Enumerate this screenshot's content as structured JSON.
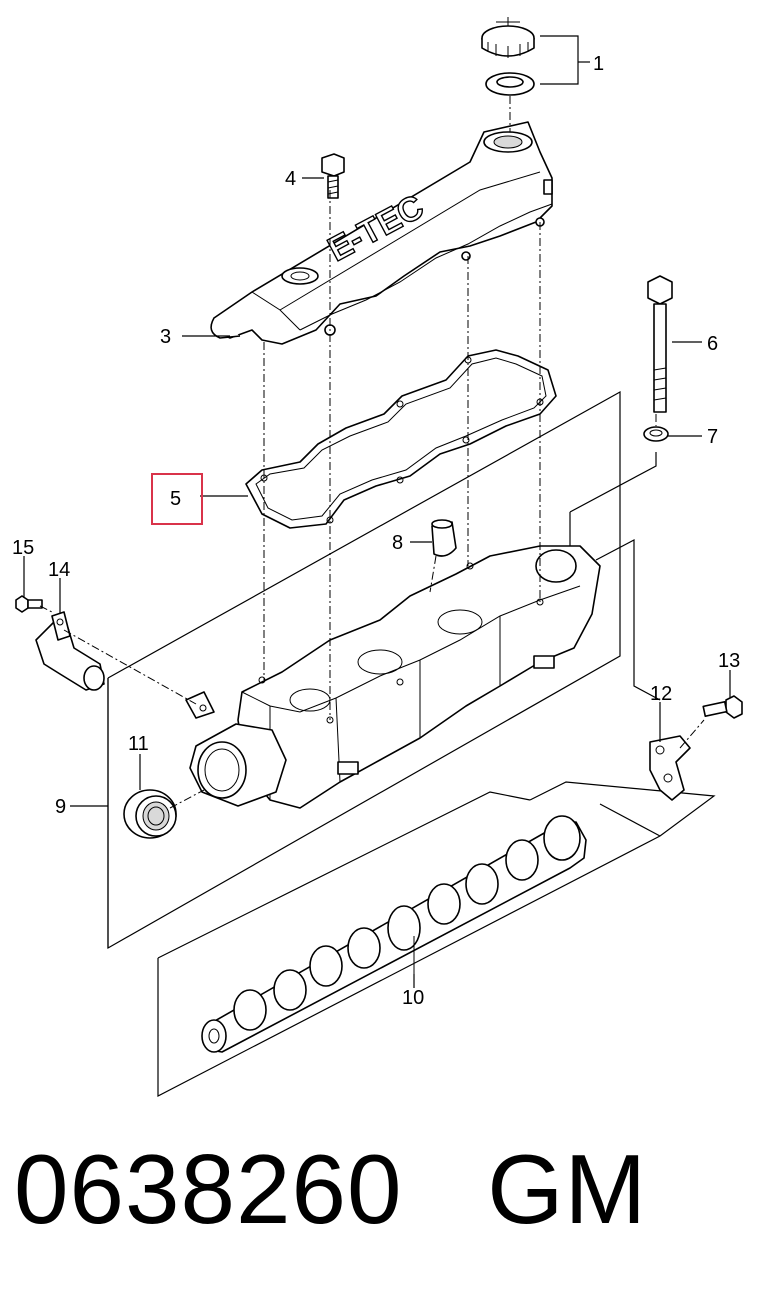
{
  "callouts": {
    "c1": "1",
    "c2": "3",
    "c3": "4",
    "c4": "5",
    "c5": "6",
    "c6": "7",
    "c7": "8",
    "c8": "9",
    "c9": "10",
    "c10": "11",
    "c11": "12",
    "c12": "13",
    "c13": "14",
    "c14": "15"
  },
  "cover_text": "E-TEC",
  "highlight_color": "#d9334a",
  "footer": {
    "part_number": "0638260",
    "brand": "GM"
  }
}
